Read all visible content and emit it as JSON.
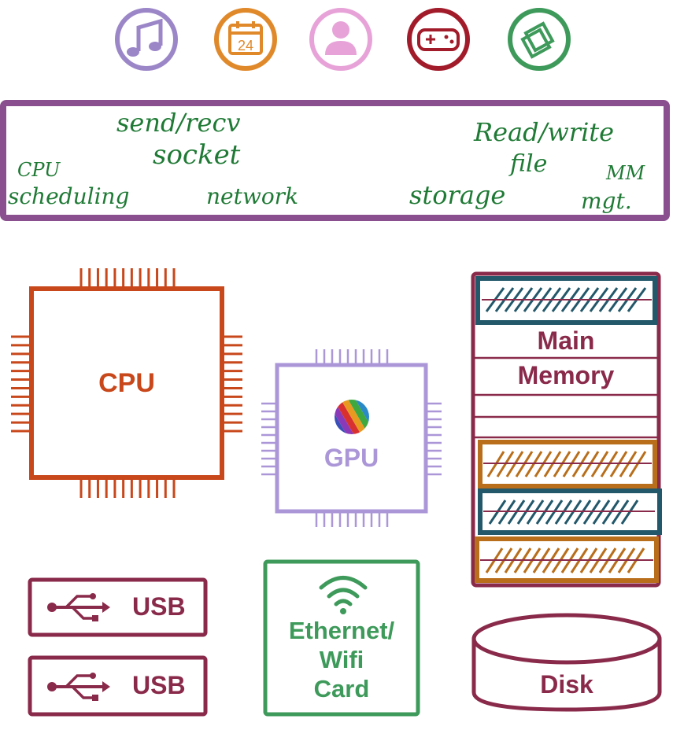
{
  "app_icons": [
    {
      "name": "music-icon",
      "color": "#9b86c8"
    },
    {
      "name": "calendar-icon",
      "color": "#e0892a",
      "text": "24"
    },
    {
      "name": "contacts-icon",
      "color": "#e7a3d8"
    },
    {
      "name": "game-controller-icon",
      "color": "#a11b2a"
    },
    {
      "name": "file-icon",
      "color": "#3e9a5a"
    }
  ],
  "os_layer": {
    "border_color": "#8a4f8e",
    "annotations": {
      "send_recv": "send/recv",
      "socket": "socket",
      "read_write": "Read/write",
      "file": "file",
      "cpu": "CPU",
      "scheduling": "scheduling",
      "network": "network",
      "storage": "storage",
      "mm": "MM",
      "mgt": "mgt."
    }
  },
  "hardware": {
    "cpu": {
      "label": "CPU",
      "color": "#c8471b"
    },
    "gpu": {
      "label": "GPU",
      "color": "#ab96d8"
    },
    "memory": {
      "label_line1": "Main",
      "label_line2": "Memory",
      "color": "#8a2a4a",
      "teal": "#22586a",
      "orange": "#b86e1a"
    },
    "usb": [
      {
        "label": "USB"
      },
      {
        "label": "USB"
      }
    ],
    "usb_color": "#8a2a4a",
    "network_card": {
      "line1": "Ethernet/",
      "line2": "Wifi",
      "line3": "Card",
      "color": "#3e9a5a"
    },
    "disk": {
      "label": "Disk",
      "color": "#8a2a4a"
    }
  }
}
